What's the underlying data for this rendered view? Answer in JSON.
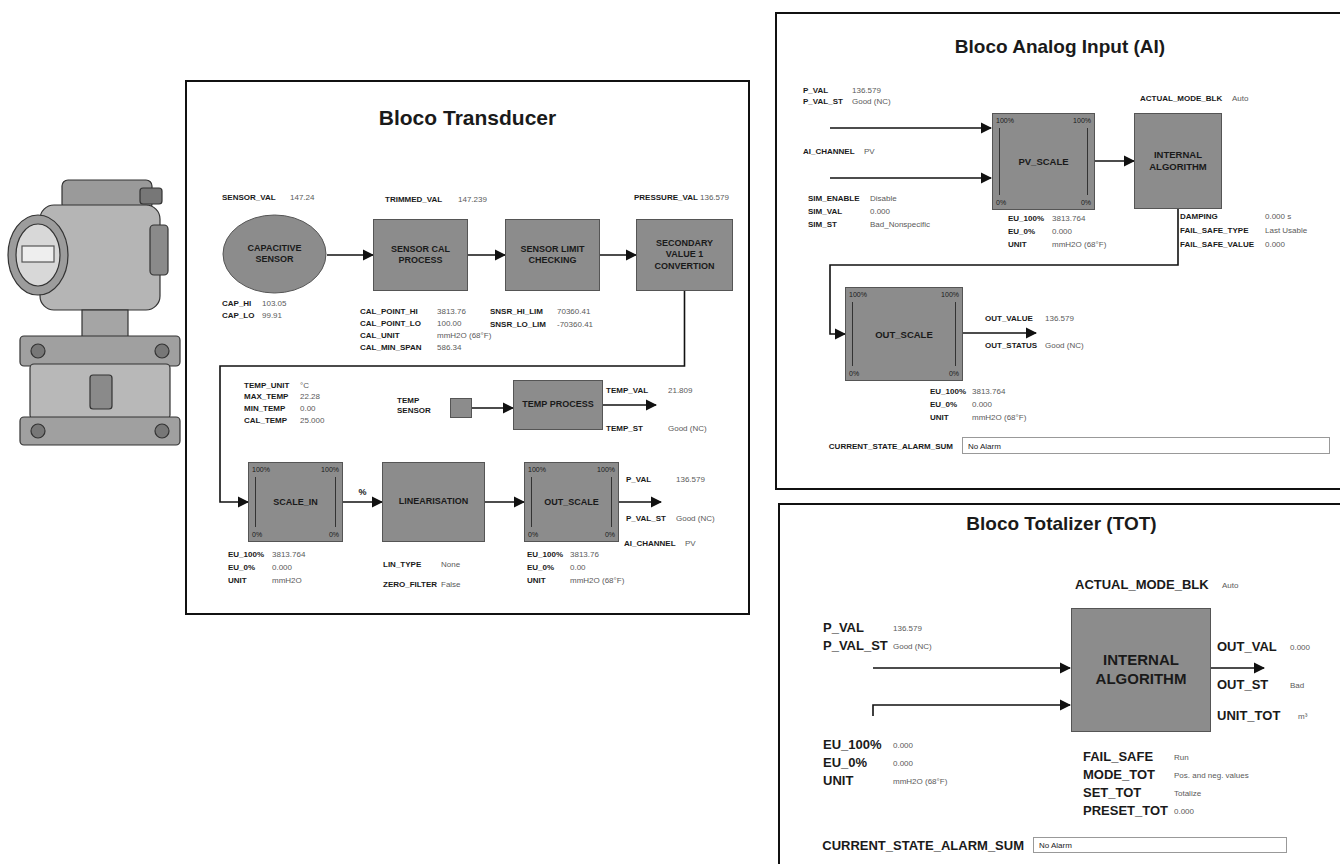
{
  "diagram": {
    "nodes": [
      {
        "text": [
          "Bloco Transducer"
        ]
      },
      {
        "text": [
          "CAPACITIVE SENSOR"
        ],
        "in": 0
      },
      {
        "text": [
          "SENSOR CAL PROCESS"
        ],
        "in": 0
      },
      {
        "text": [
          "SENSOR LIMIT CHECKING"
        ],
        "in": 0
      },
      {
        "text": [
          "SECONDARY VALUE 1 CONVERTION"
        ],
        "in": 0
      },
      {
        "text": [
          "TEMP SENSOR"
        ],
        "in": 0
      },
      {
        "text": [
          "TEMP PROCESS"
        ],
        "in": 0
      },
      {
        "text": [
          "100%",
          "100%",
          "SCALE_IN",
          "0%",
          "0%"
        ],
        "in": 0
      },
      {
        "text": [
          "LINEARISATION"
        ],
        "in": 0
      },
      {
        "text": [
          "100%",
          "100%",
          "OUT_SCALE",
          "0%",
          "0%"
        ],
        "in": 0
      },
      {
        "text": [
          "Bloco Analog Input (AI)"
        ]
      },
      {
        "text": [
          "100%",
          "100%",
          "PV_SCALE",
          "0%",
          "0%"
        ],
        "in": 10
      },
      {
        "text": [
          "INTERNAL ALGORITHM"
        ],
        "in": 10
      },
      {
        "text": [
          "100%",
          "100%",
          "OUT_SCALE",
          "0%",
          "0%"
        ],
        "in": 10
      },
      {
        "text": [
          "CURRENT_STATE_ALARM_SUM",
          "No Alarm"
        ],
        "in": 10
      },
      {
        "text": [
          "Bloco Totalizer (TOT)"
        ]
      },
      {
        "text": [
          "INTERNAL ALGORITHM"
        ],
        "in": 15
      },
      {
        "text": [
          "CURRENT_STATE_ALARM_SUM",
          "No Alarm"
        ],
        "in": 15
      }
    ],
    "edges": [
      {
        "from": 1,
        "to": 2,
        "arrow": "to"
      },
      {
        "from": 2,
        "to": 3,
        "arrow": "to"
      },
      {
        "from": 3,
        "to": 4,
        "arrow": "to"
      },
      {
        "from": 4,
        "to": 7,
        "arrow": "to"
      },
      {
        "from": 7,
        "to": 8,
        "label": "%",
        "arrow": "to"
      },
      {
        "from": 8,
        "to": 9,
        "arrow": "to"
      },
      {
        "from": 5,
        "to": 6,
        "arrow": "to"
      },
      {
        "from": 11,
        "to": 12,
        "arrow": "to"
      },
      {
        "from": 12,
        "to": 13,
        "arrow": "to"
      }
    ],
    "labels": [
      "SENSOR_VAL",
      "147.24",
      "TRIMMED_VAL",
      "147.239",
      "PRESSURE_VAL",
      "136.579",
      "CAP_HI",
      "103.05",
      "CAP_LO",
      "99.91",
      "CAL_POINT_HI",
      "3813.76",
      "CAL_POINT_LO",
      "100.00",
      "CAL_UNIT",
      "mmH2O (68°F)",
      "CAL_MIN_SPAN",
      "586.34",
      "SNSR_HI_LIM",
      "70360.41",
      "SNSR_LO_LIM",
      "-70360.41",
      "TEMP_UNIT",
      "°C",
      "MAX_TEMP",
      "22.28",
      "MIN_TEMP",
      "0.00",
      "CAL_TEMP",
      "25.000",
      "TEMP_VAL",
      "21.809",
      "TEMP_ST",
      "Good (NC)",
      "P_VAL",
      "136.579",
      "P_VAL_ST",
      "Good (NC)",
      "AI_CHANNEL",
      "PV",
      "EU_100%",
      "3813.764",
      "EU_0%",
      "0.000",
      "UNIT",
      "mmH2O",
      "LIN_TYPE",
      "None",
      "ZERO_FILTER",
      "False",
      "EU_100%",
      "3813.76",
      "EU_0%",
      "0.00",
      "UNIT",
      "mmH2O (68°F)",
      "P_VAL",
      "136.579",
      "P_VAL_ST",
      "Good (NC)",
      "ACTUAL_MODE_BLK",
      "Auto",
      "AI_CHANNEL",
      "PV",
      "SIM_ENABLE",
      "Disable",
      "SIM_VAL",
      "0.000",
      "SIM_ST",
      "Bad_Nonspecific",
      "EU_100%",
      "3813.764",
      "EU_0%",
      "0.000",
      "UNIT",
      "mmH2O (68°F)",
      "DAMPING",
      "0.000 s",
      "FAIL_SAFE_TYPE",
      "Last Usable",
      "FAIL_SAFE_VALUE",
      "0.000",
      "OUT_VALUE",
      "136.579",
      "OUT_STATUS",
      "Good (NC)",
      "EU_100%",
      "3813.764",
      "EU_0%",
      "0.000",
      "UNIT",
      "mmH2O (68°F)",
      "ACTUAL_MODE_BLK",
      "Auto",
      "P_VAL",
      "136.579",
      "P_VAL_ST",
      "Good (NC)",
      "OUT_VAL",
      "0.000",
      "OUT_ST",
      "Bad",
      "UNIT_TOT",
      "m³",
      "EU_100%",
      "0.000",
      "EU_0%",
      "0.000",
      "UNIT",
      "mmH2O (68°F)",
      "FAIL_SAFE",
      "Run",
      "MODE_TOT",
      "Pos. and neg. values",
      "SET_TOT",
      "Totalize",
      "PRESET_TOT",
      "0.000"
    ]
  }
}
